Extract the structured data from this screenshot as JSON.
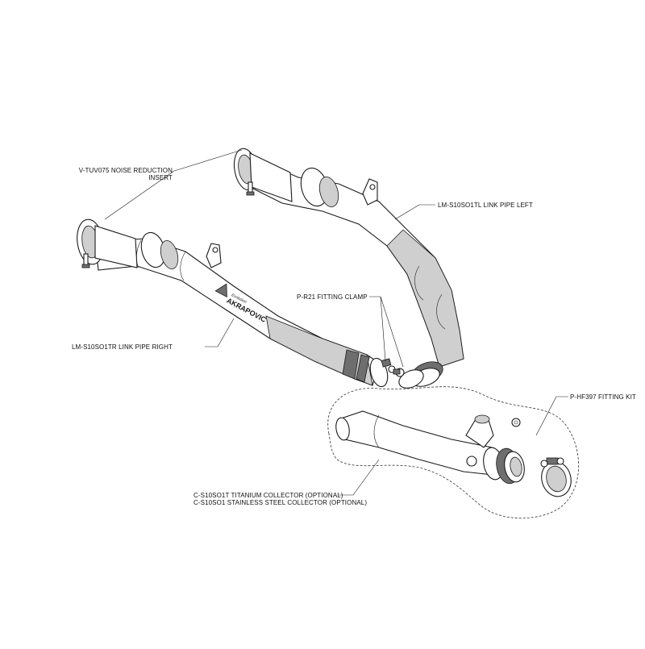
{
  "labels": {
    "noise_insert_line1": "V-TUV075 NOISE REDUCTION",
    "noise_insert_line2": "INSERT",
    "link_pipe_left": "LM-S10SO1TL LINK PIPE LEFT",
    "fitting_clamp": "P-R21  FITTING CLAMP",
    "link_pipe_right": "LM-S10SO1TR LINK PIPE RIGHT",
    "fitting_kit": "P-HF397 FITTING KIT",
    "collector_titanium": "C-S10SO1T TITANIUM COLLECTOR (OPTIONAL)",
    "collector_steel": "C-S10SO1  STAINLESS STEEL COLLECTOR (OPTIONAL)"
  },
  "brand": {
    "logo_text": "AKRAPOVIC",
    "logo_sub": "Evolution"
  },
  "colors": {
    "line": "#1a1a1a",
    "shade": "#cfcfcf",
    "dark": "#6e6e6e",
    "background": "#ffffff"
  }
}
